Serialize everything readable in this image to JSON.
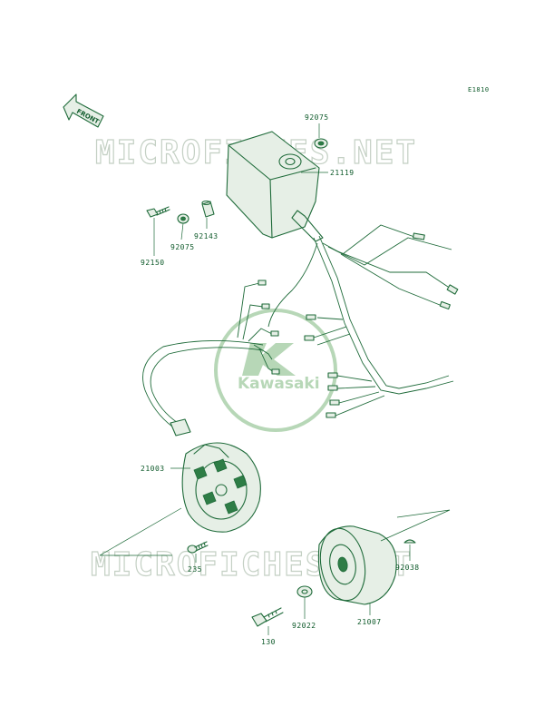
{
  "diagram": {
    "ref_code": "E1810",
    "front_label": "FRONT",
    "watermark": "MICROFICHES.NET",
    "logo_text": "Kawasaki",
    "colors": {
      "line": "#1f6b3a",
      "text": "#0e5a2a",
      "watermark": "#c4d0c4",
      "logo": "#b7d7b7"
    },
    "callouts": {
      "c92075_top": "92075",
      "c21119": "21119",
      "c92143": "92143",
      "c92075_mid": "92075",
      "c92150": "92150",
      "c21003": "21003",
      "c235": "235",
      "c92038": "92038",
      "c92022": "92022",
      "c21007": "21007",
      "c130": "130"
    }
  }
}
